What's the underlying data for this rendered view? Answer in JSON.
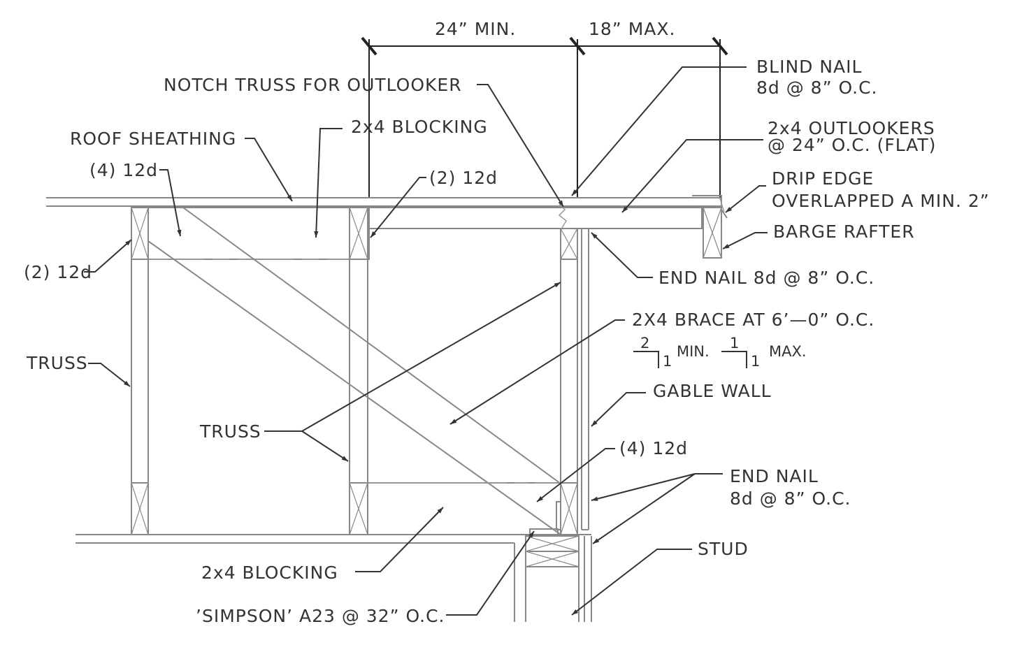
{
  "dimensions": {
    "left": "24” MIN.",
    "right": "18” MAX."
  },
  "labels": {
    "notch_truss": "NOTCH TRUSS FOR OUTLOOKER",
    "blind_nail_1": "BLIND NAIL",
    "blind_nail_2": "8d @ 8” O.C.",
    "roof_sheathing": "ROOF SHEATHING",
    "blocking_top": "2x4 BLOCKING",
    "outlookers_1": "2x4 OUTLOOKERS",
    "outlookers_2": "@ 24” O.C. (FLAT)",
    "nails_4_12d_top": "(4) 12d",
    "nails_2_12d_top": "(2) 12d",
    "drip_edge_1": "DRIP EDGE",
    "drip_edge_2": "OVERLAPPED A MIN. 2”",
    "barge_rafter": "BARGE RAFTER",
    "nails_2_12d_left": "(2) 12d",
    "end_nail_top": "END NAIL 8d @ 8” O.C.",
    "brace": "2X4 BRACE AT 6’—0” O.C.",
    "slope_min_rise": "2",
    "slope_min_run": "1",
    "slope_min": "MIN.",
    "slope_max_rise": "1",
    "slope_max_run": "1",
    "slope_max": "MAX.",
    "truss_left": "TRUSS",
    "gable_wall": "GABLE WALL",
    "truss_mid": "TRUSS",
    "nails_4_12d_bottom": "(4) 12d",
    "end_nail_bottom_1": "END NAIL",
    "end_nail_bottom_2": "8d @ 8” O.C.",
    "stud": "STUD",
    "blocking_bottom": "2x4 BLOCKING",
    "simpson": "’SIMPSON’ A23 @ 32” O.C."
  }
}
